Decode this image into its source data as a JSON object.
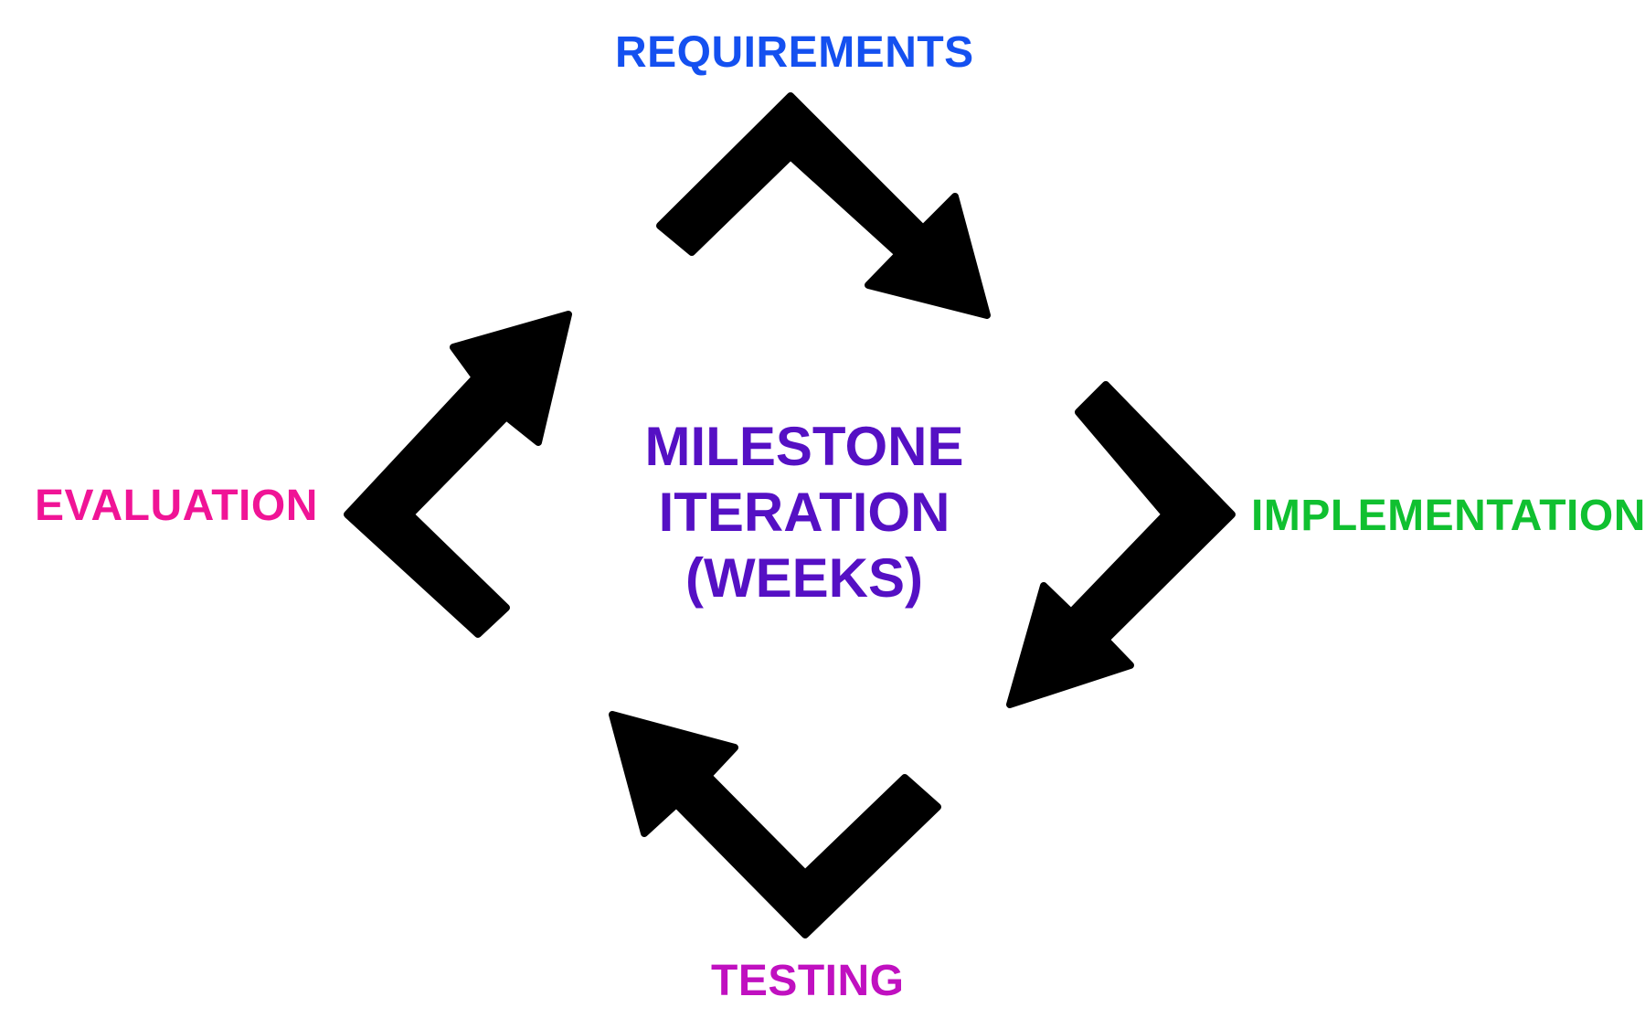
{
  "diagram": {
    "center": {
      "lines": [
        "MILESTONE",
        "ITERATION",
        "(WEEKS)"
      ],
      "color": "#5510C4"
    },
    "stages": [
      {
        "id": "requirements",
        "label": "REQUIREMENTS",
        "color": "#1450F0"
      },
      {
        "id": "implementation",
        "label": "IMPLEMENTATION",
        "color": "#10C030"
      },
      {
        "id": "testing",
        "label": "TESTING",
        "color": "#C010C0"
      },
      {
        "id": "evaluation",
        "label": "EVALUATION",
        "color": "#F01496"
      }
    ],
    "arrow_color": "#000000"
  }
}
